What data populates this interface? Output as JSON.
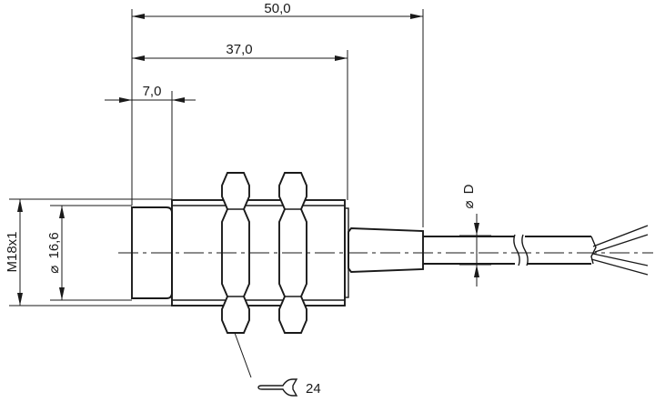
{
  "dimensions": {
    "overall_length": "50,0",
    "body_length": "37,0",
    "tip_length": "7,0",
    "thread": "M18x1",
    "tip_diameter": "16,6",
    "cable_diameter": "D",
    "diameter_symbol": "⌀"
  },
  "wrench": {
    "size": "24",
    "icon": "open-wrench-icon"
  }
}
